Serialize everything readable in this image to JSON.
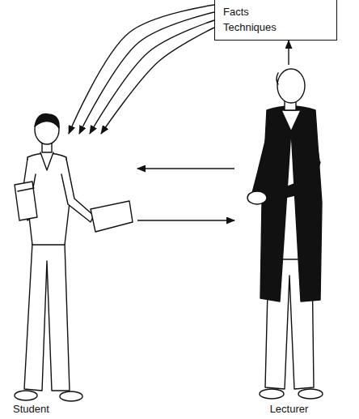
{
  "diagram": {
    "nodes": [
      {
        "text": [
          "Facts",
          "Techniques"
        ]
      },
      {
        "text": [
          "Student"
        ]
      },
      {
        "text": [
          "Lecturer"
        ]
      }
    ],
    "edges": [
      {
        "from": 0,
        "to": 1,
        "arrow": "to"
      },
      {
        "from": 0,
        "to": 1,
        "arrow": "to"
      },
      {
        "from": 0,
        "to": 1,
        "arrow": "to"
      },
      {
        "from": 0,
        "to": 1,
        "arrow": "to"
      },
      {
        "from": 2,
        "to": 0,
        "arrow": "to"
      },
      {
        "from": 2,
        "to": 1,
        "arrow": "to"
      },
      {
        "from": 1,
        "to": 2,
        "arrow": "to"
      }
    ]
  }
}
